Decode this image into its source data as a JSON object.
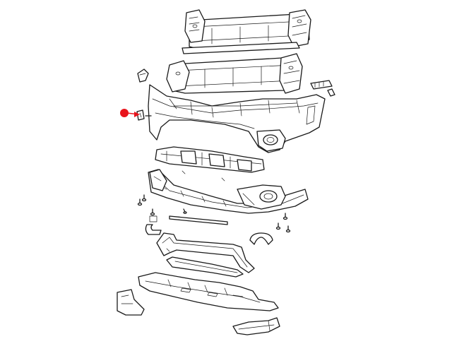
{
  "diagram": {
    "kind": "exploded-parts-view",
    "background": "#ffffff",
    "line_color": "#1a1a1a",
    "highlight_color": "#e8141c",
    "highlighted_part": "bumper-clip",
    "parts": [
      "upper-reinforcement-bar",
      "lower-reinforcement-bar",
      "bracket-left",
      "bracket-right",
      "bumper-fascia",
      "fog-lamp-bezel-upper-right",
      "energy-absorber",
      "lower-fascia",
      "fog-lamp-bezel-lower-right",
      "trim-strip",
      "bracket-small-left",
      "bracket-small-right",
      "skid-plate-trim",
      "skid-plate",
      "splash-shield",
      "deflector-left",
      "deflector-right",
      "push-pin-fasteners"
    ]
  }
}
